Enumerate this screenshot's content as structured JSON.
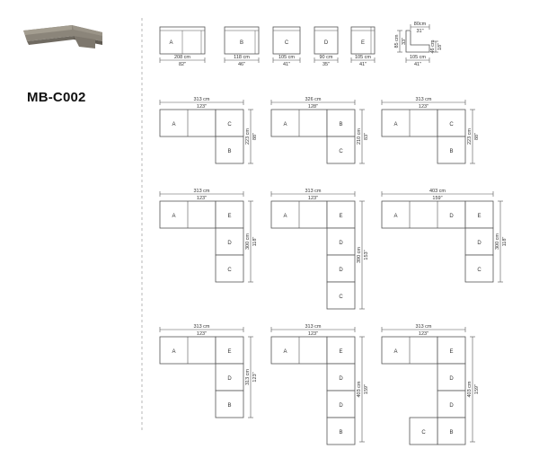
{
  "model": "MB-C002",
  "product_image_alt": "sectional-sofa-photo",
  "modules": [
    {
      "label": "A",
      "cm": "208 cm",
      "in": "82\""
    },
    {
      "label": "B",
      "cm": "118 cm",
      "in": "46\""
    },
    {
      "label": "C",
      "cm": "105 cm",
      "in": "41\""
    },
    {
      "label": "D",
      "cm": "90 cm",
      "in": "35\""
    },
    {
      "label": "E",
      "cm": "105 cm",
      "in": "41\""
    }
  ],
  "side_view": {
    "top_cm": "80cm",
    "top_in": "31\"",
    "height_cm": "85 cm",
    "height_in": "33\"",
    "seat_cm": "46 cm",
    "seat_in": "18\"",
    "depth_cm": "105 cm",
    "depth_in": "41\""
  },
  "configurations": [
    {
      "width_cm": "313 cm",
      "width_in": "123\"",
      "height_cm": "223 cm",
      "height_in": "88\""
    },
    {
      "width_cm": "326 cm",
      "width_in": "128\"",
      "height_cm": "210 cm",
      "height_in": "83\""
    },
    {
      "width_cm": "313 cm",
      "width_in": "123\"",
      "height_cm": "223 cm",
      "height_in": "88\""
    },
    {
      "width_cm": "313 cm",
      "width_in": "123\"",
      "height_cm": "300 cm",
      "height_in": "118\""
    },
    {
      "width_cm": "313 cm",
      "width_in": "123\"",
      "height_cm": "390 cm",
      "height_in": "153\""
    },
    {
      "width_cm": "403 cm",
      "width_in": "159\"",
      "height_cm": "300 cm",
      "height_in": "118\""
    },
    {
      "width_cm": "313 cm",
      "width_in": "123\"",
      "height_cm": "313 cm",
      "height_in": "123\""
    },
    {
      "width_cm": "313 cm",
      "width_in": "123\"",
      "height_cm": "403 cm",
      "height_in": "159\""
    },
    {
      "width_cm": "313 cm",
      "width_in": "123\"",
      "height_cm": "403 cm",
      "height_in": "159\""
    }
  ]
}
